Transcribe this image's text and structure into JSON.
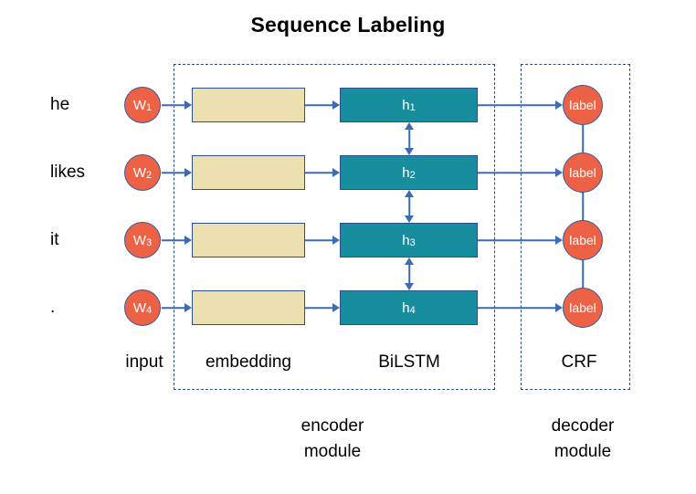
{
  "title": "Sequence Labeling",
  "colors": {
    "circle_fill": "#ed6245",
    "embedding_fill": "#ecdfb0",
    "lstm_fill": "#178e9e",
    "border_blue": "#2d4f8e",
    "arrow_blue": "#3a6bb5",
    "frame_dashed": "#2d4f8e",
    "background": "#ffffff",
    "text": "#000000"
  },
  "rows": [
    {
      "word": "he",
      "token": "W",
      "token_index": "1",
      "hidden": "h",
      "hidden_index": "1",
      "label": "label"
    },
    {
      "word": "likes",
      "token": "W",
      "token_index": "2",
      "hidden": "h",
      "hidden_index": "2",
      "label": "label"
    },
    {
      "word": "it",
      "token": "W",
      "token_index": "3",
      "hidden": "h",
      "hidden_index": "3",
      "label": "label"
    },
    {
      "word": ".",
      "token": "W",
      "token_index": "4",
      "hidden": "h",
      "hidden_index": "4",
      "label": "label"
    }
  ],
  "stages": [
    {
      "name": "input",
      "label": "input"
    },
    {
      "name": "embedding",
      "label": "embedding"
    },
    {
      "name": "bilstm",
      "label": "BiLSTM"
    },
    {
      "name": "crf",
      "label": "CRF"
    }
  ],
  "modules": [
    {
      "name": "encoder",
      "line1": "encoder",
      "line2": "module"
    },
    {
      "name": "decoder",
      "line1": "decoder",
      "line2": "module"
    }
  ]
}
